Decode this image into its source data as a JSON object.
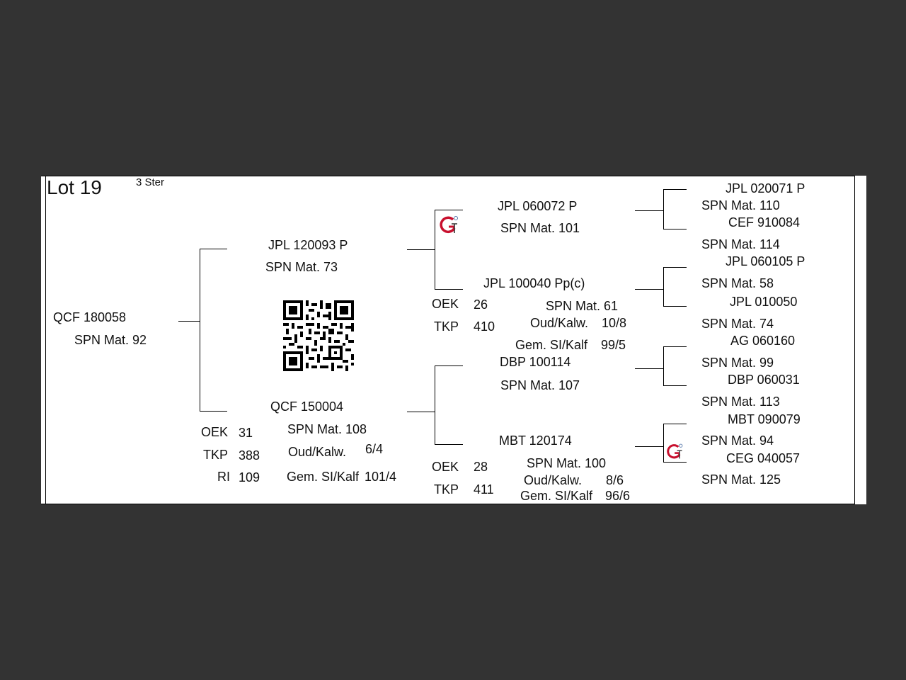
{
  "lot": {
    "title": "Lot 19",
    "stars": "3 Ster"
  },
  "animal": {
    "id": "QCF 180058",
    "spn": "SPN Mat. 92"
  },
  "sire": {
    "id": "JPL 120093  P",
    "spn": "SPN Mat. 73",
    "sire": {
      "id": "JPL 060072  P",
      "spn": "SPN Mat. 101",
      "sire": {
        "id": "JPL 020071  P",
        "spn": "SPN Mat. 110"
      },
      "dam": {
        "id": "CEF 910084",
        "spn": "SPN Mat. 114"
      }
    },
    "dam": {
      "id": "JPL 100040   Pp(c)",
      "spn": "SPN Mat. 61",
      "oek_label": "OEK",
      "oek_value": "26",
      "tkp_label": "TKP",
      "tkp_value": "410",
      "oud_label": "Oud/Kalw.",
      "oud_value": "10/8",
      "gem_label": "Gem. SI/Kalf",
      "gem_value": "99/5",
      "sire": {
        "id": "JPL 060105  P",
        "spn": "SPN Mat. 58"
      },
      "dam": {
        "id": "JPL 010050",
        "spn": "SPN Mat. 74"
      }
    }
  },
  "dam": {
    "id": "QCF 150004",
    "spn": "SPN Mat. 108",
    "oek_label": "OEK",
    "oek_value": "31",
    "tkp_label": "TKP",
    "tkp_value": "388",
    "ri_label": "RI",
    "ri_value": "109",
    "oud_label": "Oud/Kalw.",
    "oud_value": "6/4",
    "gem_label": "Gem. SI/Kalf",
    "gem_value": "101/4",
    "sire": {
      "id": "DBP 100114",
      "spn": "SPN Mat. 107",
      "sire": {
        "id": "AG  060160",
        "spn": "SPN Mat. 99"
      },
      "dam": {
        "id": "DBP 060031",
        "spn": "SPN Mat. 113"
      }
    },
    "dam": {
      "id": "MBT 120174",
      "spn": "SPN Mat. 100",
      "oek_label": "OEK",
      "oek_value": "28",
      "tkp_label": "TKP",
      "tkp_value": "411",
      "oud_label": "Oud/Kalw.",
      "oud_value": "8/6",
      "gem_label": "Gem. SI/Kalf",
      "gem_value": "96/6",
      "sire": {
        "id": "MBT 090079",
        "spn": "SPN Mat. 94"
      },
      "dam": {
        "id": "CEG 040057",
        "spn": "SPN Mat. 125"
      }
    }
  },
  "colors": {
    "background": "#333333",
    "sheet": "#ffffff",
    "logo_red": "#c8102e"
  }
}
